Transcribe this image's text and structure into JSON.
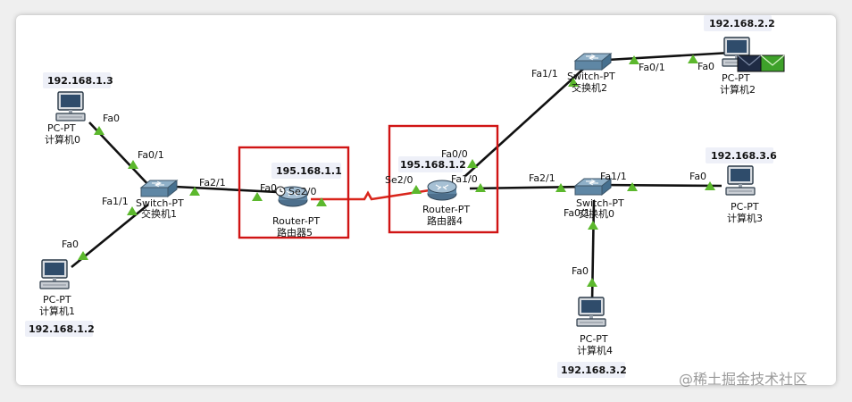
{
  "watermark": "@稀土掘金技术社区",
  "devices": {
    "pc0": {
      "model": "PC-PT",
      "name": "计算机0",
      "ip": "192.168.1.3"
    },
    "pc1": {
      "model": "PC-PT",
      "name": "计算机1",
      "ip": "192.168.1.2"
    },
    "pc2": {
      "model": "PC-PT",
      "name": "计算机2",
      "ip": "192.168.2.2"
    },
    "pc3": {
      "model": "PC-PT",
      "name": "计算机3",
      "ip": "192.168.3.6"
    },
    "pc4": {
      "model": "PC-PT",
      "name": "计算机4",
      "ip": "192.168.3.2"
    },
    "sw1": {
      "model": "Switch-PT",
      "name": "交换机1"
    },
    "sw2": {
      "model": "Switch-PT",
      "name": "交换机2"
    },
    "sw0": {
      "model": "Switch-PT",
      "name": "交换机0"
    },
    "r5": {
      "model": "Router-PT",
      "name": "路由器5",
      "ip": "195.168.1.1"
    },
    "r4": {
      "model": "Router-PT",
      "name": "路由器4",
      "ip": "195.168.1.2"
    }
  },
  "ports": {
    "pc0_fa0": "Fa0",
    "sw1_fa01": "Fa0/1",
    "sw1_fa11": "Fa1/1",
    "sw1_fa21": "Fa2/1",
    "pc1_fa0": "Fa0",
    "r5_fa0": "Fa0",
    "r5_se20": "Se2/0",
    "r4_se20": "Se2/0",
    "r4_fa00": "Fa0/0",
    "r4_fa10": "Fa1/0",
    "sw2_fa11": "Fa1/1",
    "sw2_fa01": "Fa0/1",
    "pc2_fa0": "Fa0",
    "sw0_fa21": "Fa2/1",
    "sw0_fa11": "Fa1/1",
    "sw0_fa01": "Fa0/1",
    "pc3_fa0": "Fa0",
    "pc4_fa0": "Fa0"
  },
  "colors": {
    "link": "#111111",
    "serial_link": "#d9251b",
    "port_up": "#5cb82d",
    "highlight_box": "#d01414",
    "ip_label_bg": "#eef0f8"
  }
}
